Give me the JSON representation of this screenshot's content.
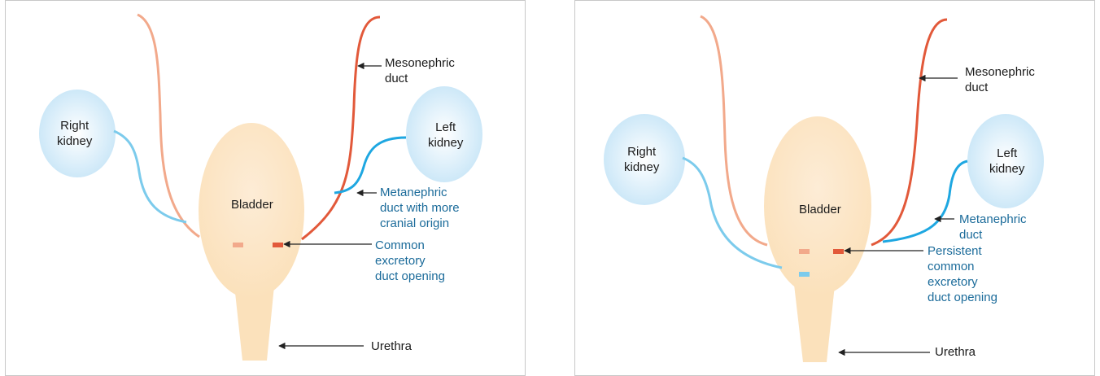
{
  "colors": {
    "kidney_fill": "#d4ecfa",
    "bladder_fill": "#fbe4c3",
    "right_mesonephric": "#f2a98b",
    "left_mesonephric": "#e2593a",
    "right_metanephric": "#7ccbec",
    "left_metanephric": "#1ea7e1",
    "callout_text": "#1b6b9a",
    "arrow": "#222222"
  },
  "panels": [
    {
      "labels": {
        "right_kidney": [
          "Right",
          "kidney"
        ],
        "left_kidney": [
          "Left",
          "kidney"
        ],
        "bladder": "Bladder",
        "mesonephric_duct": [
          "Mesonephric",
          "duct"
        ],
        "metanephric_duct": [
          "Metanephric",
          "duct with more",
          "cranial origin"
        ],
        "common_opening": [
          "Common",
          "excretory",
          "duct opening"
        ],
        "urethra": "Urethra"
      }
    },
    {
      "labels": {
        "right_kidney": [
          "Right",
          "kidney"
        ],
        "left_kidney": [
          "Left",
          "kidney"
        ],
        "bladder": "Bladder",
        "mesonephric_duct": [
          "Mesonephric",
          "duct"
        ],
        "metanephric_duct": [
          "Metanephric",
          "duct"
        ],
        "common_opening": [
          "Persistent",
          "common",
          "excretory",
          "duct opening"
        ],
        "urethra": "Urethra"
      }
    }
  ]
}
